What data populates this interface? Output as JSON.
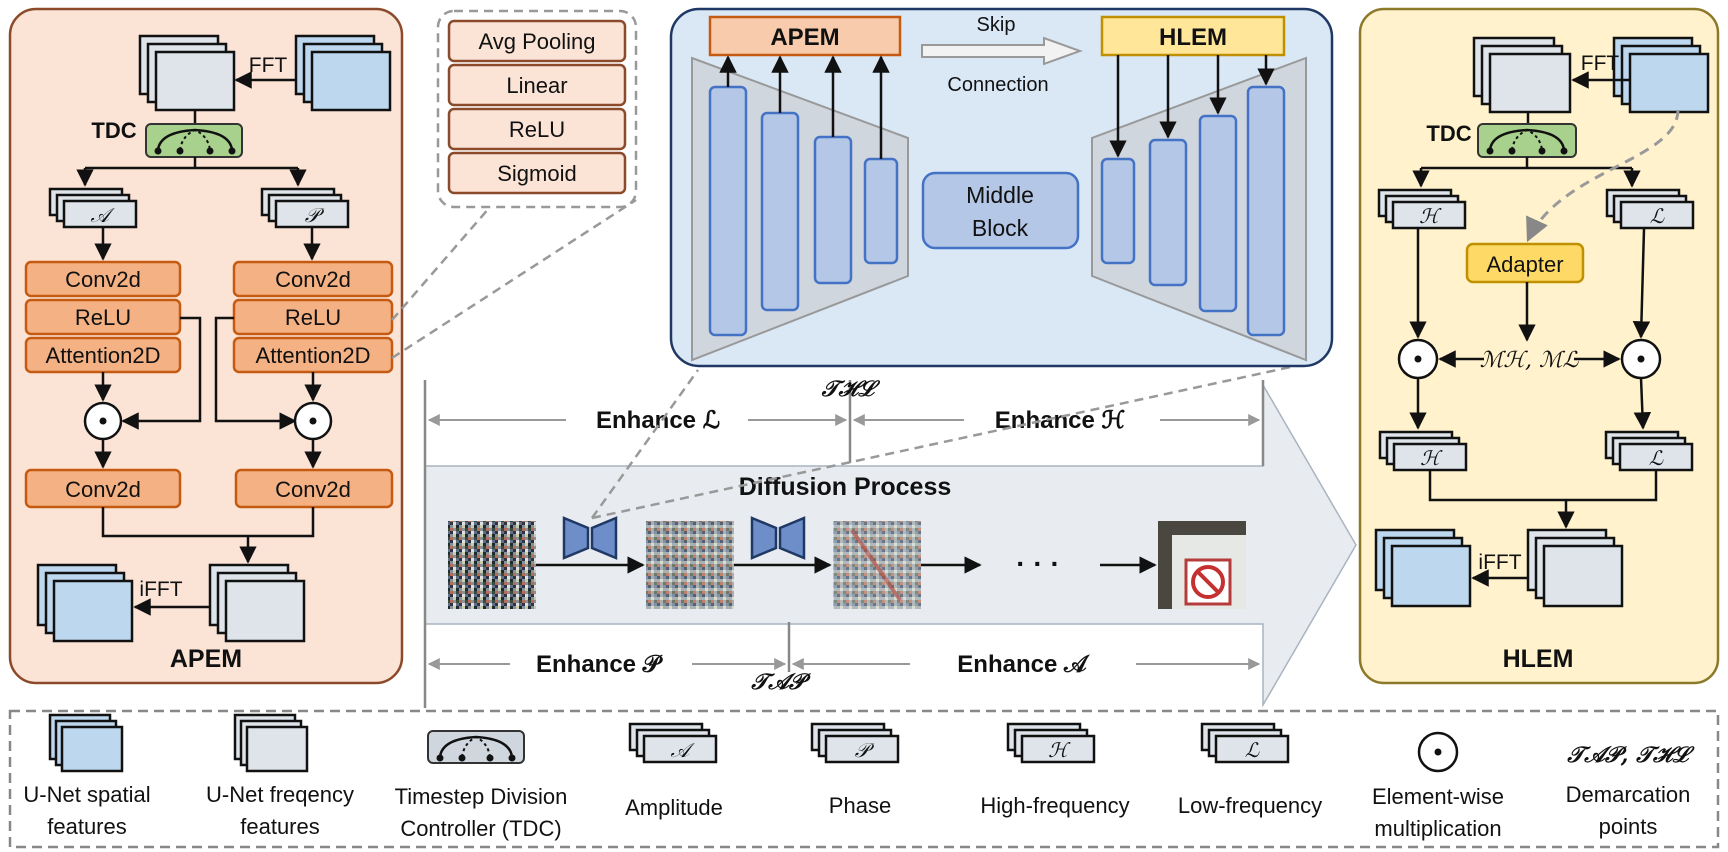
{
  "apem_panel": {
    "title": "APEM",
    "fft": "FFT",
    "tdc": "TDC",
    "amp_symbol": "𝒜",
    "phase_symbol": "𝒫",
    "conv2d": "Conv2d",
    "relu": "ReLU",
    "attention": "Attention2D",
    "ifft": "iFFT"
  },
  "attention_detail": {
    "items": [
      "Avg Pooling",
      "Linear",
      "ReLU",
      "Sigmoid"
    ]
  },
  "unet": {
    "apem_label": "APEM",
    "hlem_label": "HLEM",
    "skip_line1": "Skip",
    "skip_line2": "Connection",
    "middle_line1": "Middle",
    "middle_line2": "Block"
  },
  "process": {
    "title": "Diffusion Process",
    "enhance_L": "Enhance ℒ",
    "enhance_H": "Enhance ℋ",
    "enhance_P": "Enhance 𝒫",
    "enhance_A": "Enhance 𝒜",
    "t_hl": "𝒯ℋℒ",
    "t_ap": "𝒯𝒜𝒫",
    "ellipsis": "· · ·"
  },
  "hlem_panel": {
    "title": "HLEM",
    "fft": "FFT",
    "tdc": "TDC",
    "h_symbol": "ℋ",
    "l_symbol": "ℒ",
    "adapter": "Adapter",
    "masks": "ℳℋ, ℳℒ",
    "ifft": "iFFT"
  },
  "legend": {
    "spatial": [
      "U-Net spatial",
      "features"
    ],
    "freq": [
      "U-Net freqency",
      "features"
    ],
    "tdc": [
      "Timestep Division",
      "Controller (TDC)"
    ],
    "amplitude": "Amplitude",
    "phase": "Phase",
    "high": "High-frequency",
    "low": "Low-frequency",
    "elementwise": [
      "Element-wise",
      "multiplication"
    ],
    "demarcation_symbol": "𝒯𝒜𝒫, 𝒯ℋℒ",
    "demarcation": [
      "Demarcation",
      "points"
    ]
  },
  "colors": {
    "apem_bg": "#FBE3D6",
    "apem_block": "#F4B183",
    "apem_border": "#C55A11",
    "hlem_bg": "#FFF2CC",
    "adapter": "#FFD966",
    "unet_bg": "#DAE8F6",
    "unet_block": "#B4C7E7",
    "unet_border": "#4472C4",
    "stack_gray": "#DEE4EA",
    "stack_blue": "#BDD7EE",
    "tdc_green": "#A9D18E",
    "arrow_gray": "#E8ECF1"
  }
}
